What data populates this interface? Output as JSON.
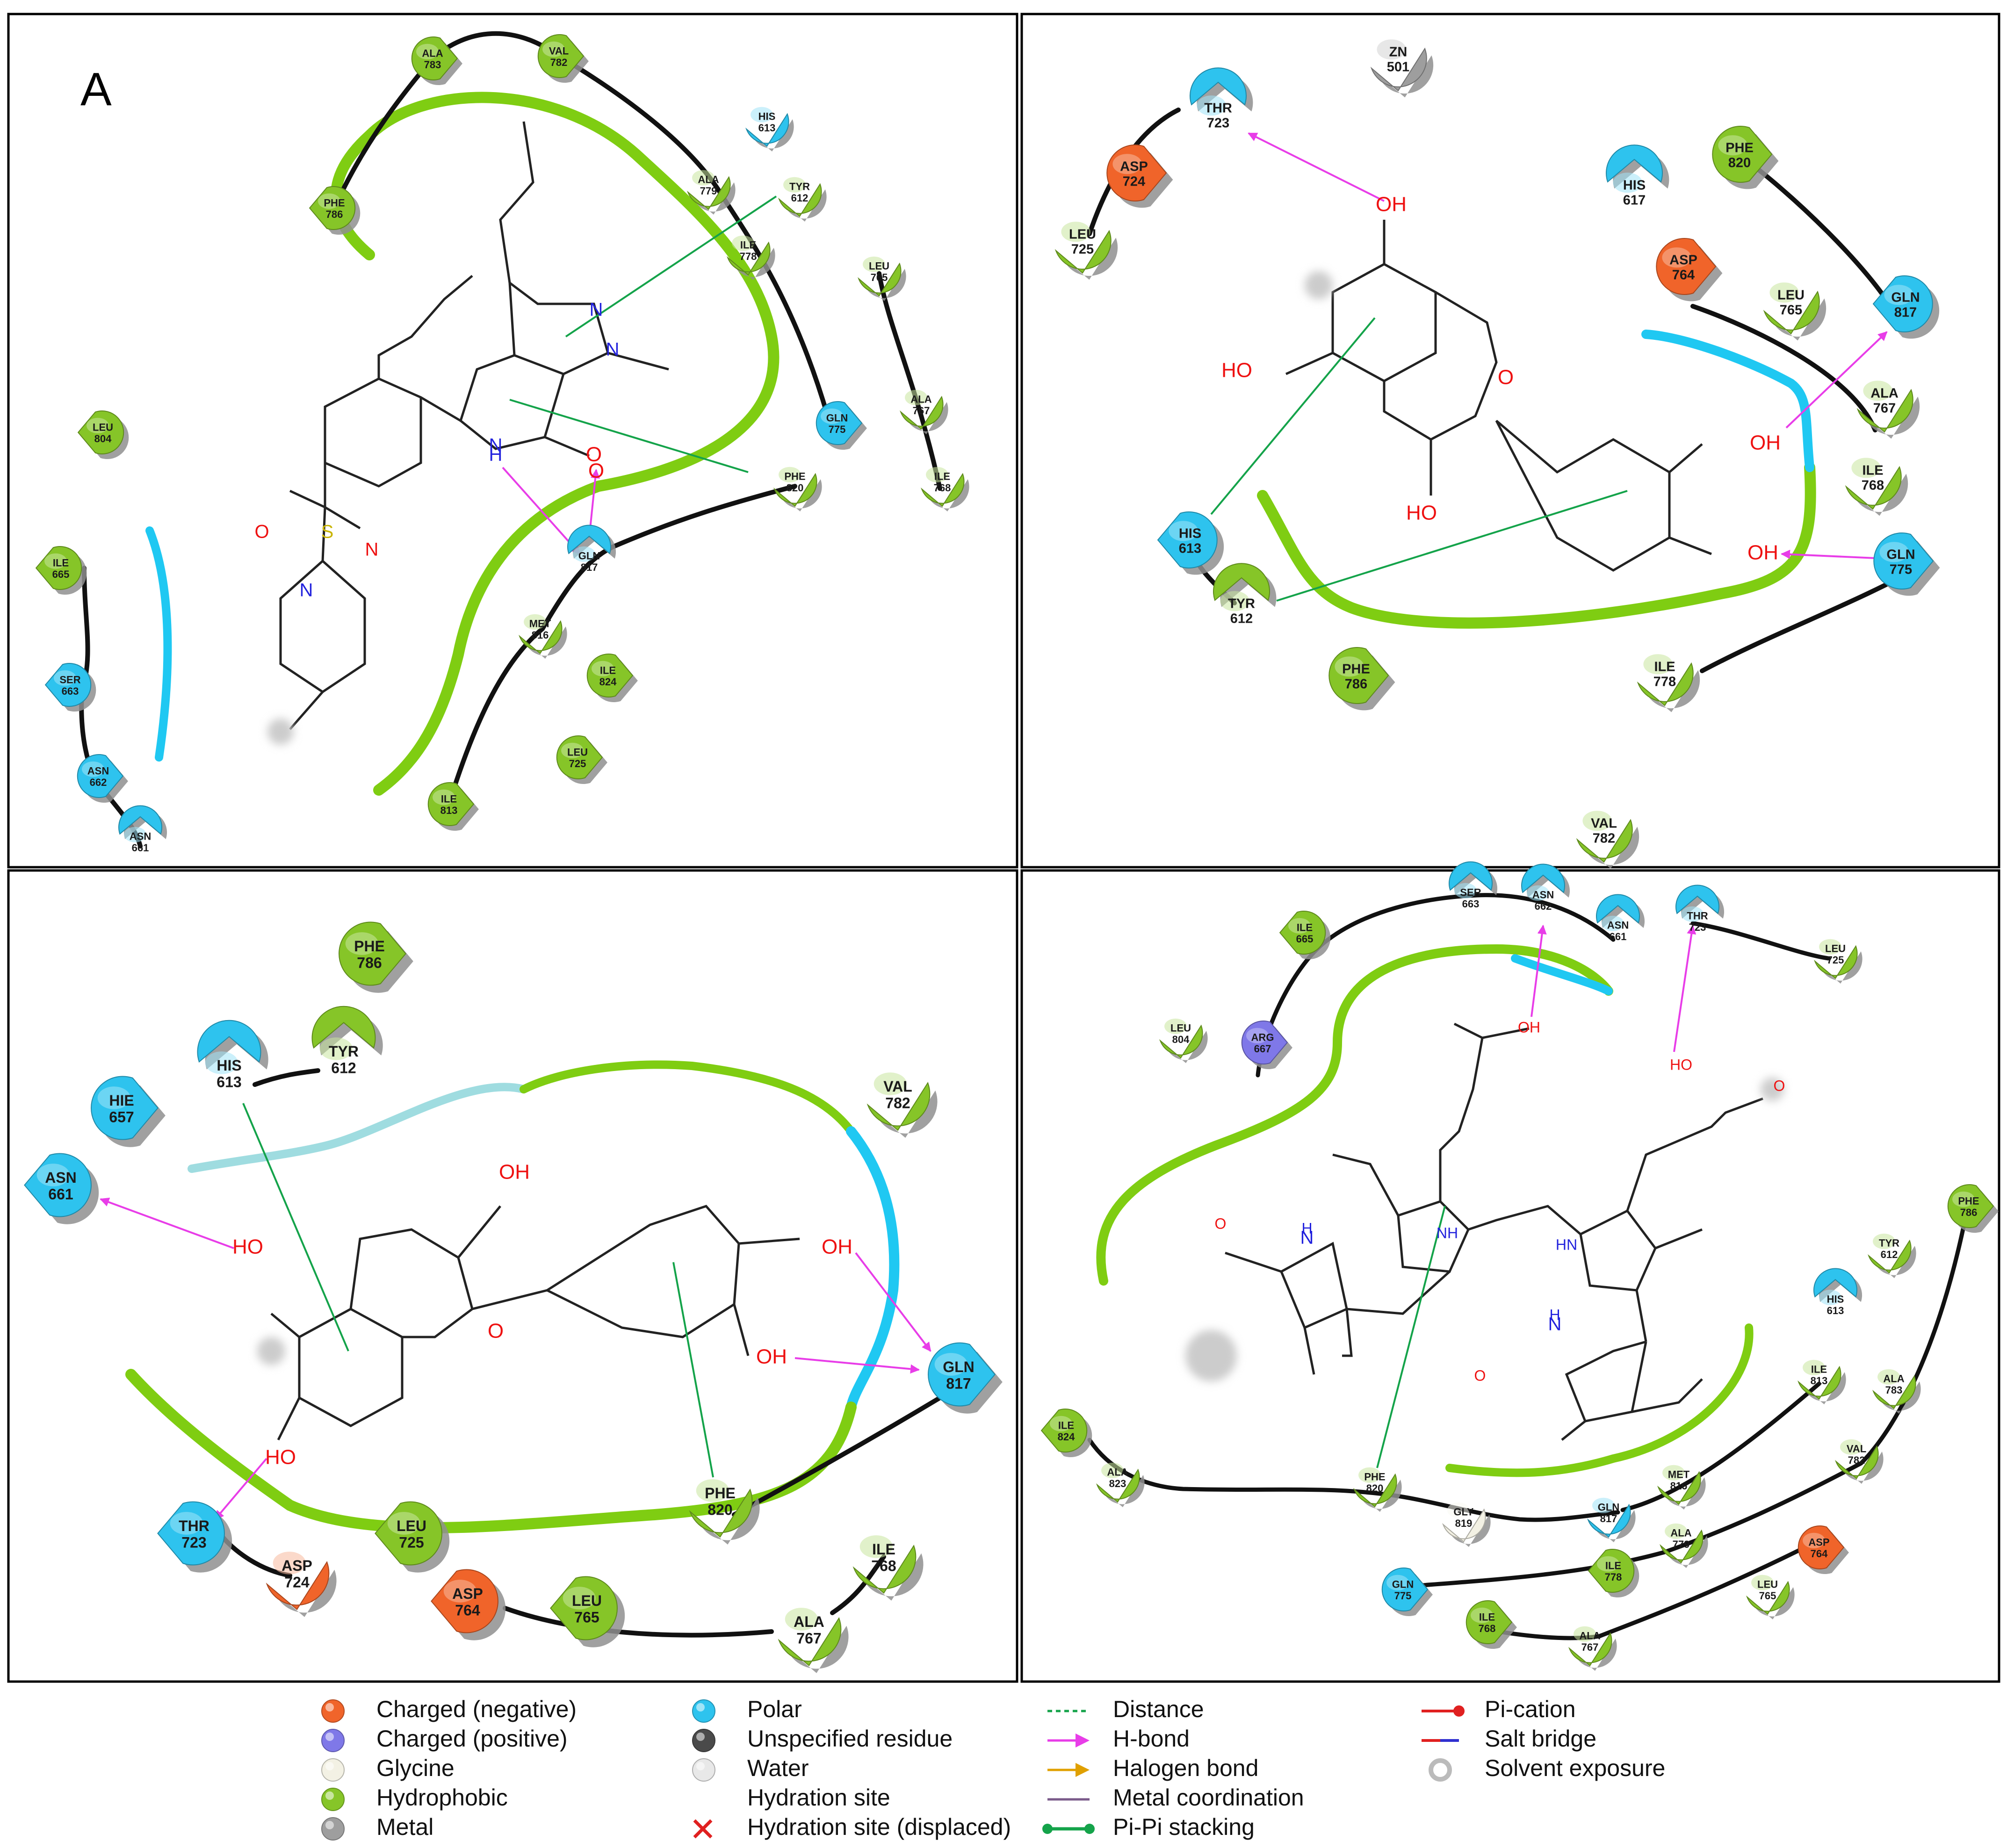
{
  "panel_letter": "A",
  "colors": {
    "hydrophobic": "#86c528",
    "polar": "#2ec3ee",
    "negative": "#f0642a",
    "positive": "#7f78e8",
    "glycine": "#f3f1e4",
    "metal": "#9e9e9e",
    "hbond": "#e83de8",
    "pipi": "#14a34a",
    "pocket_green": "#7fcd12",
    "pocket_cyan": "#1fc8f2",
    "oxygen": "#ee1111",
    "nitrogen": "#2222dd",
    "sulfur": "#c8b400"
  },
  "panels": [
    {
      "residues": [
        {
          "name": "ALA",
          "num": "783"
        },
        {
          "name": "VAL",
          "num": "782"
        },
        {
          "name": "HIS",
          "num": "613"
        },
        {
          "name": "PHE",
          "num": "786"
        },
        {
          "name": "ALA",
          "num": "779"
        },
        {
          "name": "TYR",
          "num": "612"
        },
        {
          "name": "ILE",
          "num": "778"
        },
        {
          "name": "LEU",
          "num": "765"
        },
        {
          "name": "LEU",
          "num": "804"
        },
        {
          "name": "ALA",
          "num": "767"
        },
        {
          "name": "GLN",
          "num": "775"
        },
        {
          "name": "ILE",
          "num": "768"
        },
        {
          "name": "PHE",
          "num": "820"
        },
        {
          "name": "ILE",
          "num": "665"
        },
        {
          "name": "GLN",
          "num": "817"
        },
        {
          "name": "MET",
          "num": "816"
        },
        {
          "name": "SER",
          "num": "663"
        },
        {
          "name": "ILE",
          "num": "824"
        },
        {
          "name": "ASN",
          "num": "662"
        },
        {
          "name": "LEU",
          "num": "725"
        },
        {
          "name": "ILE",
          "num": "813"
        },
        {
          "name": "ASN",
          "num": "661"
        }
      ],
      "atoms": [
        "N",
        "N",
        "N",
        "H",
        "O",
        "O",
        "S",
        "O",
        "N",
        "N"
      ]
    },
    {
      "residues": [
        {
          "name": "ZN",
          "num": "501"
        },
        {
          "name": "THR",
          "num": "723"
        },
        {
          "name": "ASP",
          "num": "724"
        },
        {
          "name": "PHE",
          "num": "820"
        },
        {
          "name": "HIS",
          "num": "617"
        },
        {
          "name": "LEU",
          "num": "725"
        },
        {
          "name": "ASP",
          "num": "764"
        },
        {
          "name": "LEU",
          "num": "765"
        },
        {
          "name": "GLN",
          "num": "817"
        },
        {
          "name": "ALA",
          "num": "767"
        },
        {
          "name": "ILE",
          "num": "768"
        },
        {
          "name": "HIS",
          "num": "613"
        },
        {
          "name": "GLN",
          "num": "775"
        },
        {
          "name": "TYR",
          "num": "612"
        },
        {
          "name": "PHE",
          "num": "786"
        },
        {
          "name": "ILE",
          "num": "778"
        },
        {
          "name": "VAL",
          "num": "782"
        }
      ],
      "atoms": [
        "OH",
        "HO",
        "O",
        "OH",
        "HO",
        "OH"
      ]
    },
    {
      "residues": [
        {
          "name": "PHE",
          "num": "786"
        },
        {
          "name": "HIS",
          "num": "613"
        },
        {
          "name": "TYR",
          "num": "612"
        },
        {
          "name": "VAL",
          "num": "782"
        },
        {
          "name": "HIE",
          "num": "657"
        },
        {
          "name": "ASN",
          "num": "661"
        },
        {
          "name": "GLN",
          "num": "817"
        },
        {
          "name": "PHE",
          "num": "820"
        },
        {
          "name": "THR",
          "num": "723"
        },
        {
          "name": "LEU",
          "num": "725"
        },
        {
          "name": "ASP",
          "num": "724"
        },
        {
          "name": "ILE",
          "num": "768"
        },
        {
          "name": "ASP",
          "num": "764"
        },
        {
          "name": "LEU",
          "num": "765"
        },
        {
          "name": "ALA",
          "num": "767"
        }
      ],
      "atoms": [
        "OH",
        "HO",
        "OH",
        "O",
        "OH",
        "HO"
      ]
    },
    {
      "residues": [
        {
          "name": "SER",
          "num": "663"
        },
        {
          "name": "ASN",
          "num": "662"
        },
        {
          "name": "ILE",
          "num": "665"
        },
        {
          "name": "ASN",
          "num": "661"
        },
        {
          "name": "THR",
          "num": "723"
        },
        {
          "name": "LEU",
          "num": "725"
        },
        {
          "name": "LEU",
          "num": "804"
        },
        {
          "name": "ARG",
          "num": "667"
        },
        {
          "name": "PHE",
          "num": "786"
        },
        {
          "name": "TYR",
          "num": "612"
        },
        {
          "name": "HIS",
          "num": "613"
        },
        {
          "name": "ILE",
          "num": "813"
        },
        {
          "name": "ALA",
          "num": "783"
        },
        {
          "name": "ILE",
          "num": "824"
        },
        {
          "name": "VAL",
          "num": "782"
        },
        {
          "name": "ALA",
          "num": "823"
        },
        {
          "name": "MET",
          "num": "816"
        },
        {
          "name": "PHE",
          "num": "820"
        },
        {
          "name": "GLY",
          "num": "819"
        },
        {
          "name": "GLN",
          "num": "817"
        },
        {
          "name": "ALA",
          "num": "779"
        },
        {
          "name": "ASP",
          "num": "764"
        },
        {
          "name": "GLN",
          "num": "775"
        },
        {
          "name": "ILE",
          "num": "778"
        },
        {
          "name": "LEU",
          "num": "765"
        },
        {
          "name": "ILE",
          "num": "768"
        },
        {
          "name": "ALA",
          "num": "767"
        }
      ],
      "atoms": [
        "OH",
        "HO",
        "O",
        "O",
        "H",
        "N",
        "NH",
        "HN",
        "H",
        "N",
        "O"
      ]
    }
  ],
  "legend": {
    "col1": [
      "Charged (negative)",
      "Charged (positive)",
      "Glycine",
      "Hydrophobic",
      "Metal"
    ],
    "col2": [
      "Polar",
      "Unspecified residue",
      "Water",
      "Hydration site",
      "Hydration site (displaced)"
    ],
    "col3": [
      "Distance",
      "H-bond",
      "Halogen bond",
      "Metal coordination",
      "Pi-Pi stacking"
    ],
    "col4": [
      "Pi-cation",
      "Salt bridge",
      "Solvent exposure"
    ]
  }
}
